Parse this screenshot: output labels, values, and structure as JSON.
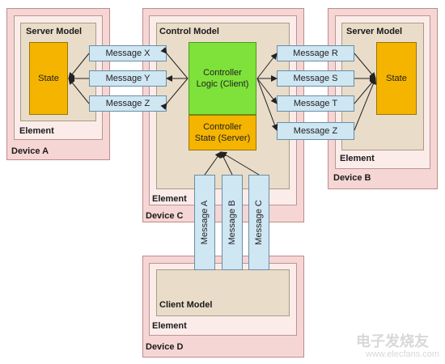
{
  "device_a": {
    "label": "Device A",
    "element": "Element",
    "model": "Server Model",
    "state": "State"
  },
  "device_b": {
    "label": "Device B",
    "element": "Element",
    "model": "Server Model",
    "state": "State"
  },
  "device_c": {
    "label": "Device C",
    "element": "Element",
    "model": "Control Model",
    "logic_line1": "Controller",
    "logic_line2": "Logic (Client)",
    "state_line1": "Controller",
    "state_line2": "State (Server)"
  },
  "device_d": {
    "label": "Device D",
    "element": "Element",
    "model": "Client Model"
  },
  "messages_left": [
    "Message X",
    "Message Y",
    "Message Z"
  ],
  "messages_right": [
    "Message R",
    "Message S",
    "Message T",
    "Message Z"
  ],
  "messages_vertical": [
    "Message A",
    "Message B",
    "Message C"
  ],
  "watermark": {
    "logo": "电子发烧友",
    "url": "www.elecfans.com"
  },
  "colors": {
    "device": "#f6d6d4",
    "element": "#fbecea",
    "model": "#e9dcc9",
    "state": "#f5b400",
    "logic": "#7ee23a",
    "message": "#cfe6f3",
    "arrow": "#222222"
  }
}
